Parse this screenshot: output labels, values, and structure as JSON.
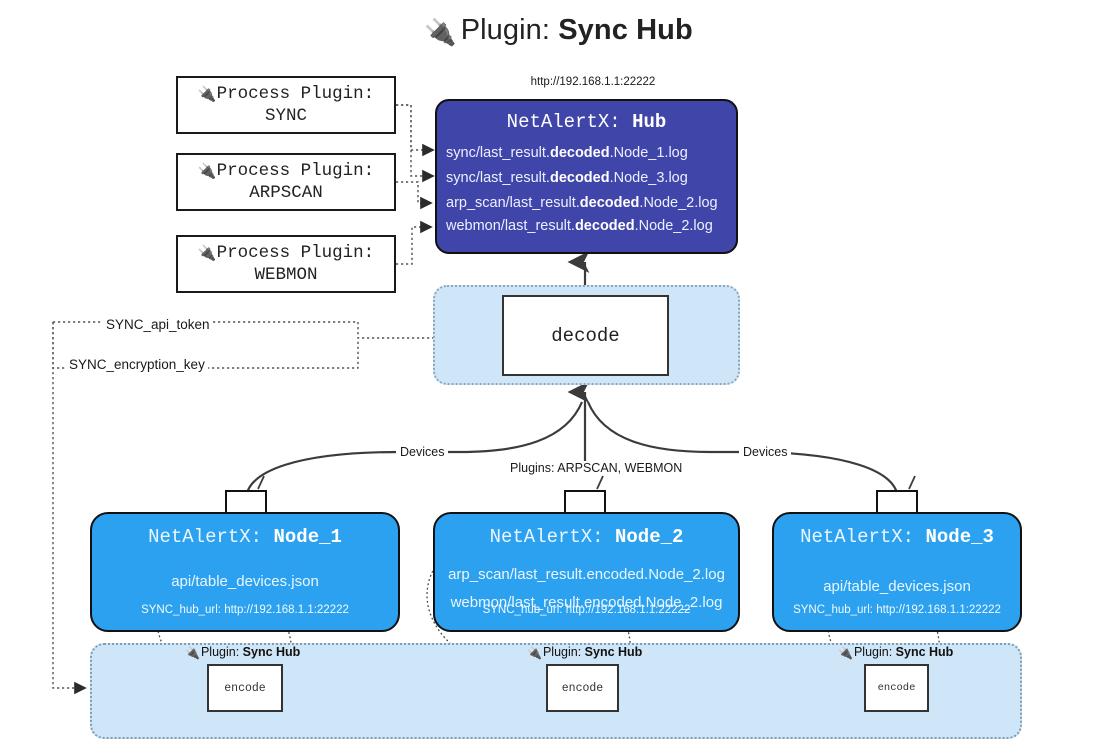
{
  "title": {
    "prefix": "Plugin:",
    "name": "Sync Hub",
    "icon": "plug-icon"
  },
  "hub": {
    "url": "http://192.168.1.1:22222",
    "label_prefix": "NetAlertX:",
    "label_name": "Hub",
    "log_lines": [
      {
        "pre": "sync/last_result.",
        "mid": "decoded",
        "post": ".Node_1.log"
      },
      {
        "pre": "sync/last_result.",
        "mid": "decoded",
        "post": ".Node_3.log"
      },
      {
        "pre": "arp_scan/last_result.",
        "mid": "decoded",
        "post": ".Node_2.log"
      },
      {
        "pre": "webmon/last_result.",
        "mid": "decoded",
        "post": ".Node_2.log"
      }
    ]
  },
  "process_plugins": [
    {
      "line1": "Process Plugin:",
      "line2": "SYNC"
    },
    {
      "line1": "Process Plugin:",
      "line2": "ARPSCAN"
    },
    {
      "line1": "Process Plugin:",
      "line2": "WEBMON"
    }
  ],
  "decode": {
    "label": "decode"
  },
  "config": {
    "api_token": "SYNC_api_token",
    "encryption_key": "SYNC_encryption_key"
  },
  "flow_labels": {
    "devices_left": "Devices",
    "devices_right": "Devices",
    "plugins_center": "Plugins: ARPSCAN, WEBMON"
  },
  "nodes": [
    {
      "prefix": "NetAlertX:",
      "name": "Node_1",
      "lines": [
        "api/table_devices.json"
      ],
      "hub_url": "SYNC_hub_url: http://192.168.1.1:22222"
    },
    {
      "prefix": "NetAlertX:",
      "name": "Node_2",
      "lines": [
        "arp_scan/last_result.encoded.Node_2.log",
        "webmon/last_result.encoded.Node_2.log"
      ],
      "hub_url": "SYNC_hub_url: http://192.168.1.1:22222"
    },
    {
      "prefix": "NetAlertX:",
      "name": "Node_3",
      "lines": [
        "api/table_devices.json"
      ],
      "hub_url": "SYNC_hub_url: http://192.168.1.1:22222"
    }
  ],
  "encode_blocks": [
    {
      "caption_prefix": "Plugin:",
      "caption_name": "Sync Hub",
      "label": "encode"
    },
    {
      "caption_prefix": "Plugin:",
      "caption_name": "Sync Hub",
      "label": "encode"
    },
    {
      "caption_prefix": "Plugin:",
      "caption_name": "Sync Hub",
      "label": "encode"
    }
  ],
  "colors": {
    "hub_purple": "#4045aa",
    "node_blue": "#2ba1f0",
    "zone_light_blue": "#cfe5f8",
    "stroke_dark": "#333333"
  }
}
